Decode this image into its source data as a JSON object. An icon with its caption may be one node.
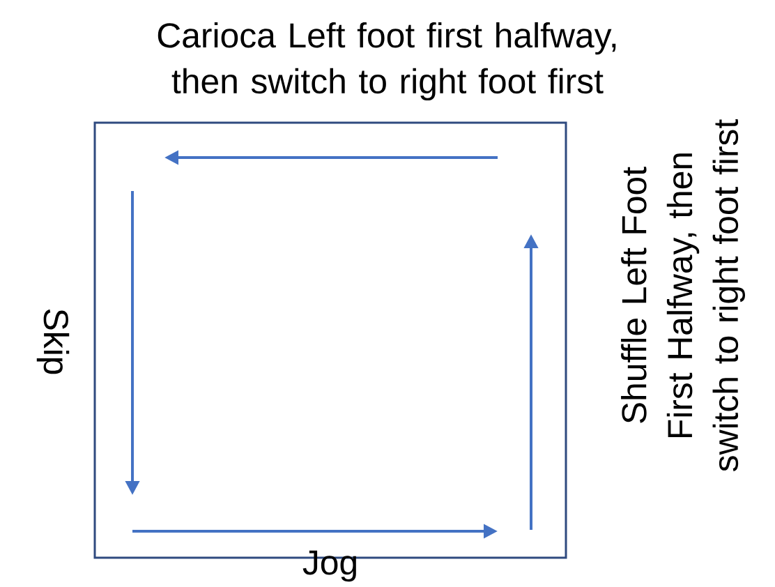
{
  "diagram": {
    "nodes": [
      {
        "text": [],
        "shape": "box"
      }
    ],
    "labels": [
      "Carioca Left foot first halfway, then switch to right foot first",
      "Skip",
      "Shuffle Left Foot First Halfway, then switch to right foot first",
      "Jog"
    ]
  }
}
